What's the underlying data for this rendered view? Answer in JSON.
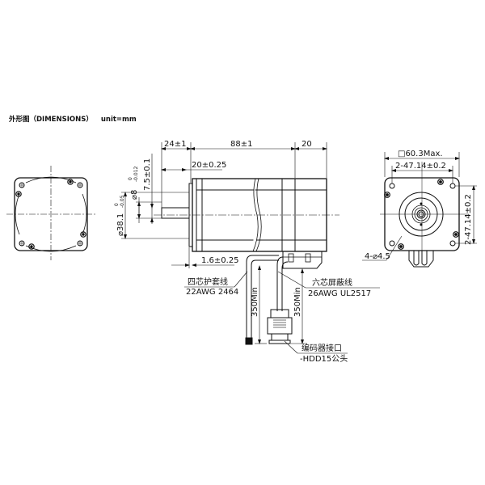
{
  "header": {
    "title": "外形图（DIMENSIONS）",
    "unit": "unit=mm"
  },
  "dimensions": {
    "shaft_length": "24±1",
    "body_length": "88±1",
    "rear_length": "20",
    "flange_offset": "20±0.25",
    "flange_thickness": "1.6±0.25",
    "shaft_flat": "7.5±0.1",
    "shaft_diameter": "⌀8",
    "shaft_diameter_tol_upper": "0",
    "shaft_diameter_tol_lower": "-0.012",
    "pilot_diameter": "⌀38.1",
    "pilot_diameter_tol_upper": "0",
    "pilot_diameter_tol_lower": "-0.05",
    "square_max": "□60.3Max.",
    "hole_spacing_h": "2-47.14±0.2",
    "hole_spacing_v": "2-47.14±0.2",
    "mount_holes": "4-⌀4.5",
    "cable_len_1": "350Min",
    "cable_len_2": "350Min"
  },
  "labels": {
    "power_cable_cn": "四芯护套线",
    "power_cable_spec": "22AWG 2464",
    "encoder_cable_cn": "六芯屏蔽线",
    "encoder_cable_spec": "26AWG UL2517",
    "connector_cn": "编码器接口",
    "connector_spec": "-HDD15公头"
  },
  "views": [
    "front-view",
    "side-view",
    "rear-view"
  ]
}
